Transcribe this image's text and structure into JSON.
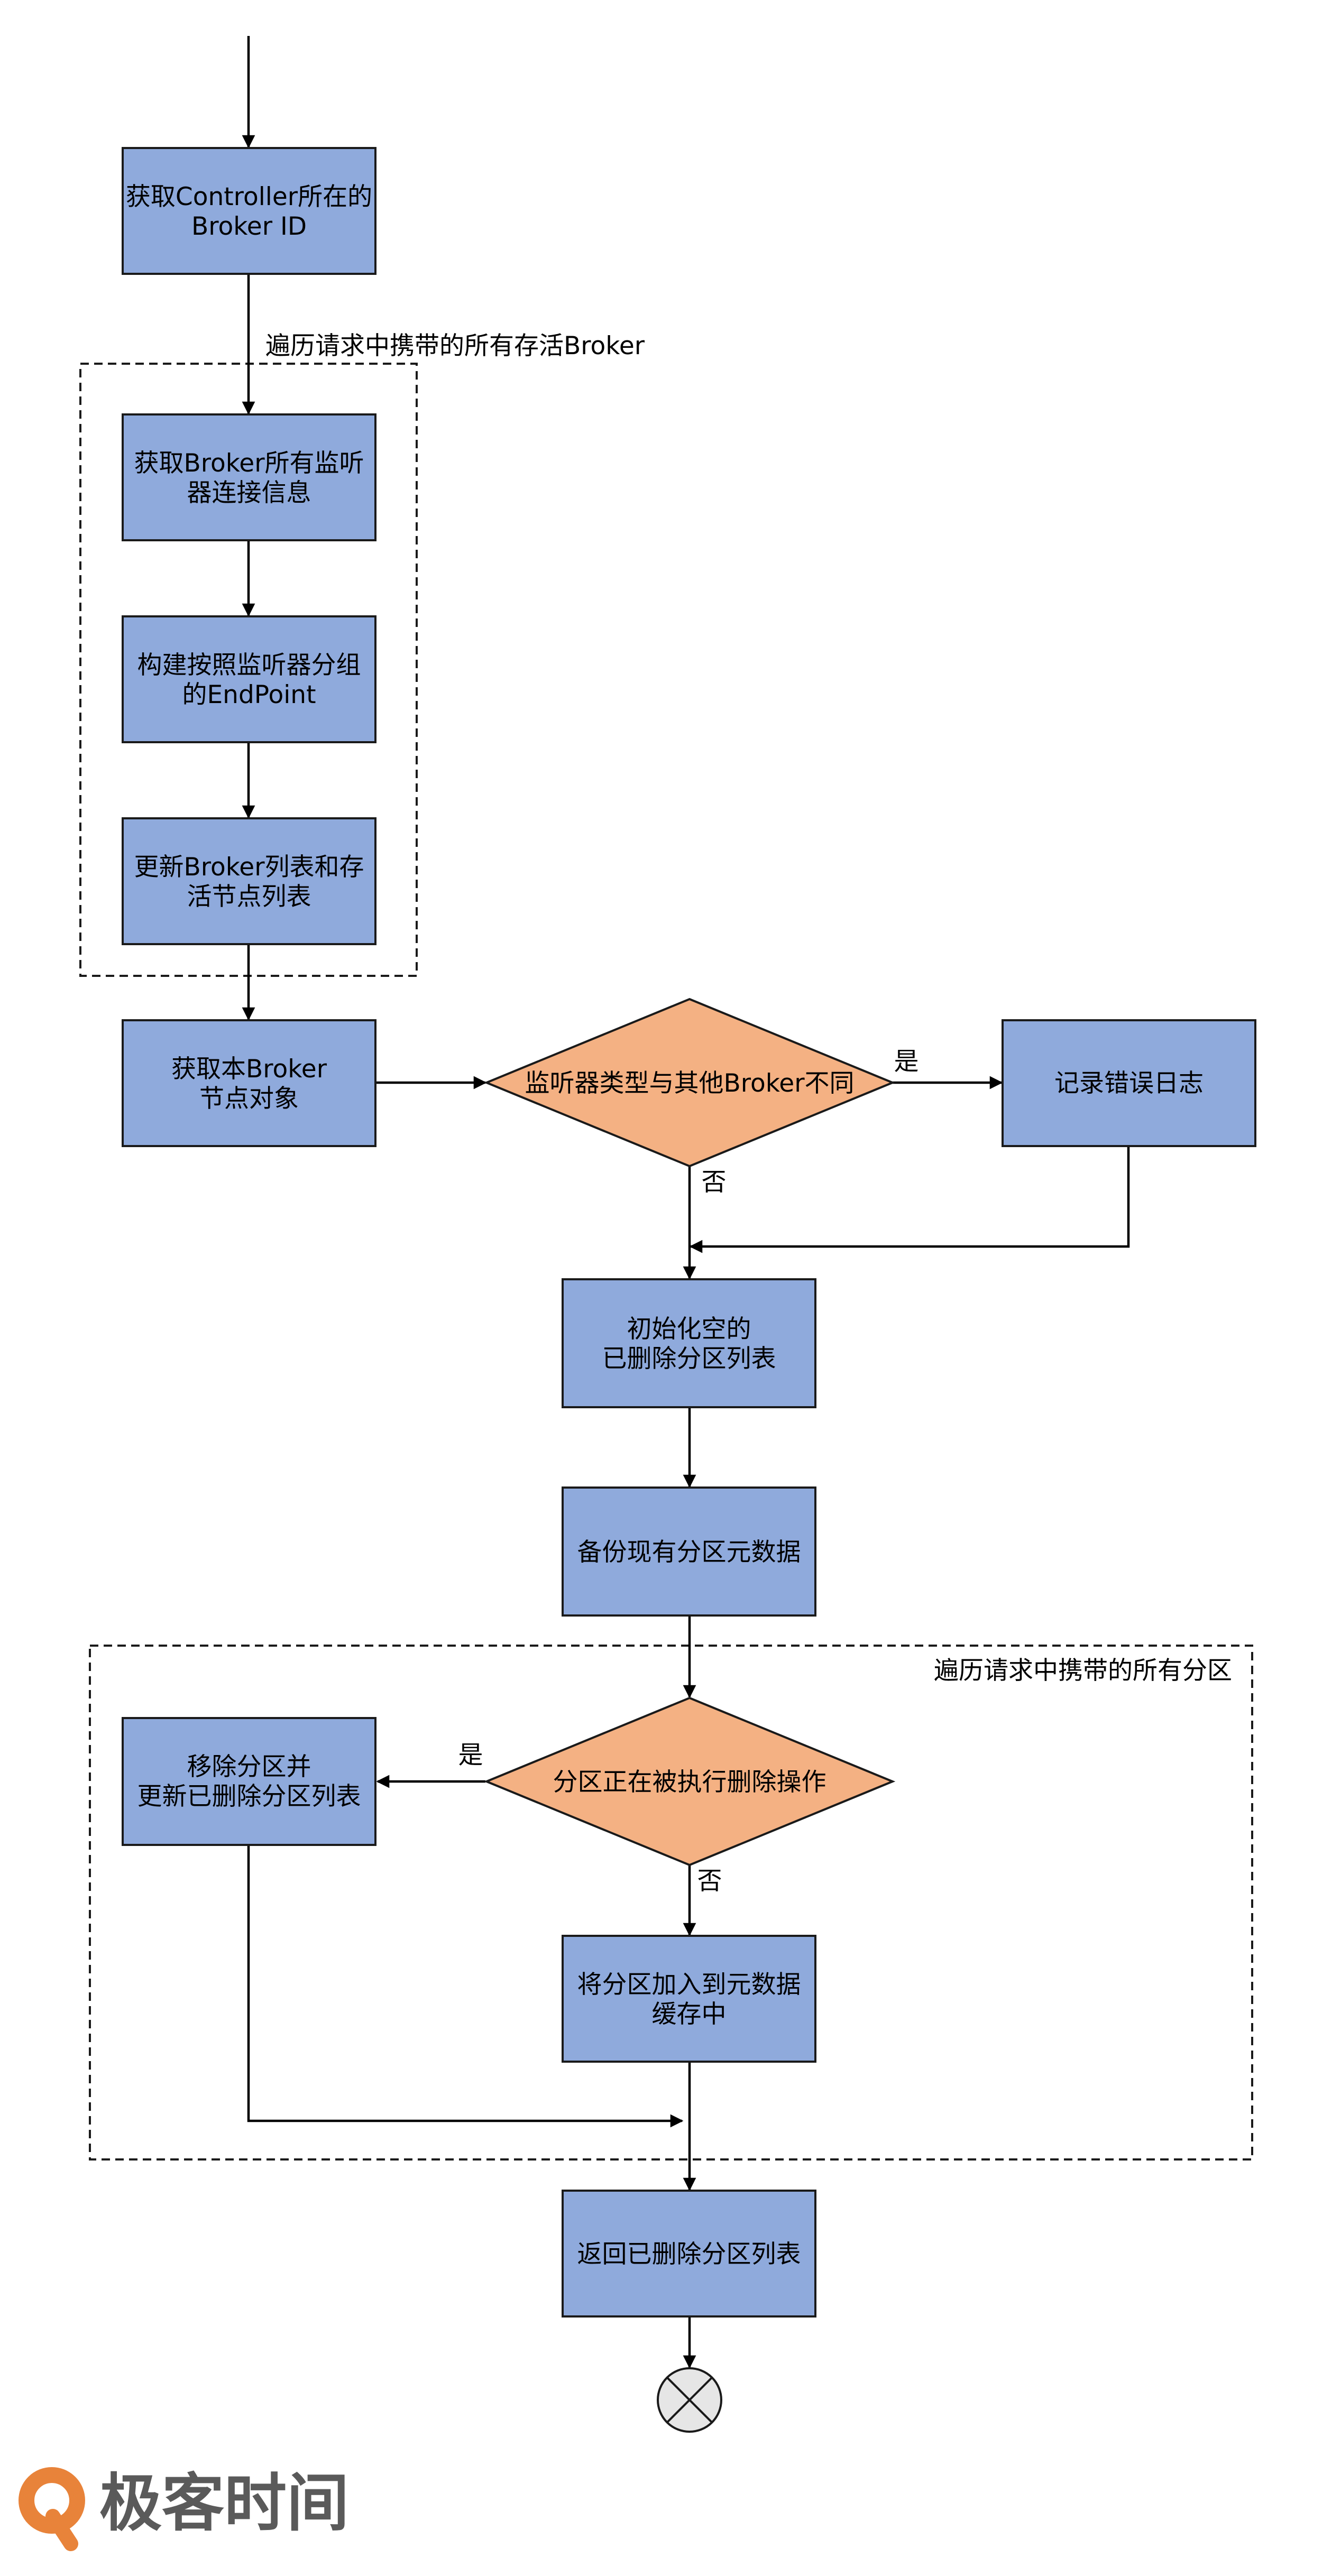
{
  "nodes": {
    "get_controller": {
      "lines": [
        "获取Controller所在的",
        "Broker ID"
      ]
    },
    "get_listeners": {
      "lines": [
        "获取Broker所有监听",
        "器连接信息"
      ]
    },
    "build_endpoint": {
      "lines": [
        "构建按照监听器分组",
        "的EndPoint"
      ]
    },
    "update_lists": {
      "lines": [
        "更新Broker列表和存",
        "活节点列表"
      ]
    },
    "get_self_node": {
      "lines": [
        "获取本Broker",
        "节点对象"
      ]
    },
    "listener_check": {
      "lines": [
        "监听器类型与其他Broker不同"
      ]
    },
    "log_error": {
      "lines": [
        "记录错误日志"
      ]
    },
    "init_deleted": {
      "lines": [
        "初始化空的",
        "已删除分区列表"
      ]
    },
    "backup_meta": {
      "lines": [
        "备份现有分区元数据"
      ]
    },
    "deleting_check": {
      "lines": [
        "分区正在被执行删除操作"
      ]
    },
    "remove_partition": {
      "lines": [
        "移除分区并",
        "更新已删除分区列表"
      ]
    },
    "add_to_cache": {
      "lines": [
        "将分区加入到元数据",
        "缓存中"
      ]
    },
    "return_deleted": {
      "lines": [
        "返回已删除分区列表"
      ]
    }
  },
  "groups": {
    "brokers_loop": {
      "label": "遍历请求中携带的所有存活Broker"
    },
    "partitions_loop": {
      "label": "遍历请求中携带的所有分区"
    }
  },
  "edge_labels": {
    "listener_yes": "是",
    "listener_no": "否",
    "deleting_yes": "是",
    "deleting_no": "否"
  },
  "logo": {
    "text": "极客时间",
    "icon": "geektime-logo-icon",
    "color": "#E8833A"
  },
  "colors": {
    "process": "#8FAADC",
    "decision": "#F4B183",
    "terminator": "#E6E6E6"
  }
}
